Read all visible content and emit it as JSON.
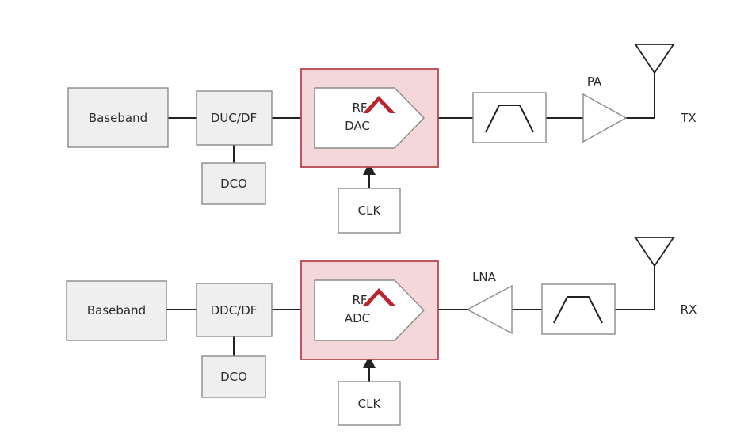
{
  "tx_chain": {
    "baseband": "Baseband",
    "converter": "DUC/DF",
    "dco": "DCO",
    "rf_line1": "RF",
    "rf_line2": "DAC",
    "clk": "CLK",
    "amp": "PA",
    "port": "TX"
  },
  "rx_chain": {
    "baseband": "Baseband",
    "converter": "DDC/DF",
    "dco": "DCO",
    "rf_line1": "RF",
    "rf_line2": "ADC",
    "clk": "CLK",
    "amp": "LNA",
    "port": "RX"
  },
  "colors": {
    "rf_block_fill": "#f4d7da",
    "rf_block_border": "#b9474e",
    "logo": "#b8252f"
  },
  "icons": [
    "band-pass-filter-icon",
    "amplifier-icon",
    "antenna-icon",
    "logo-icon",
    "arrow-icon"
  ]
}
